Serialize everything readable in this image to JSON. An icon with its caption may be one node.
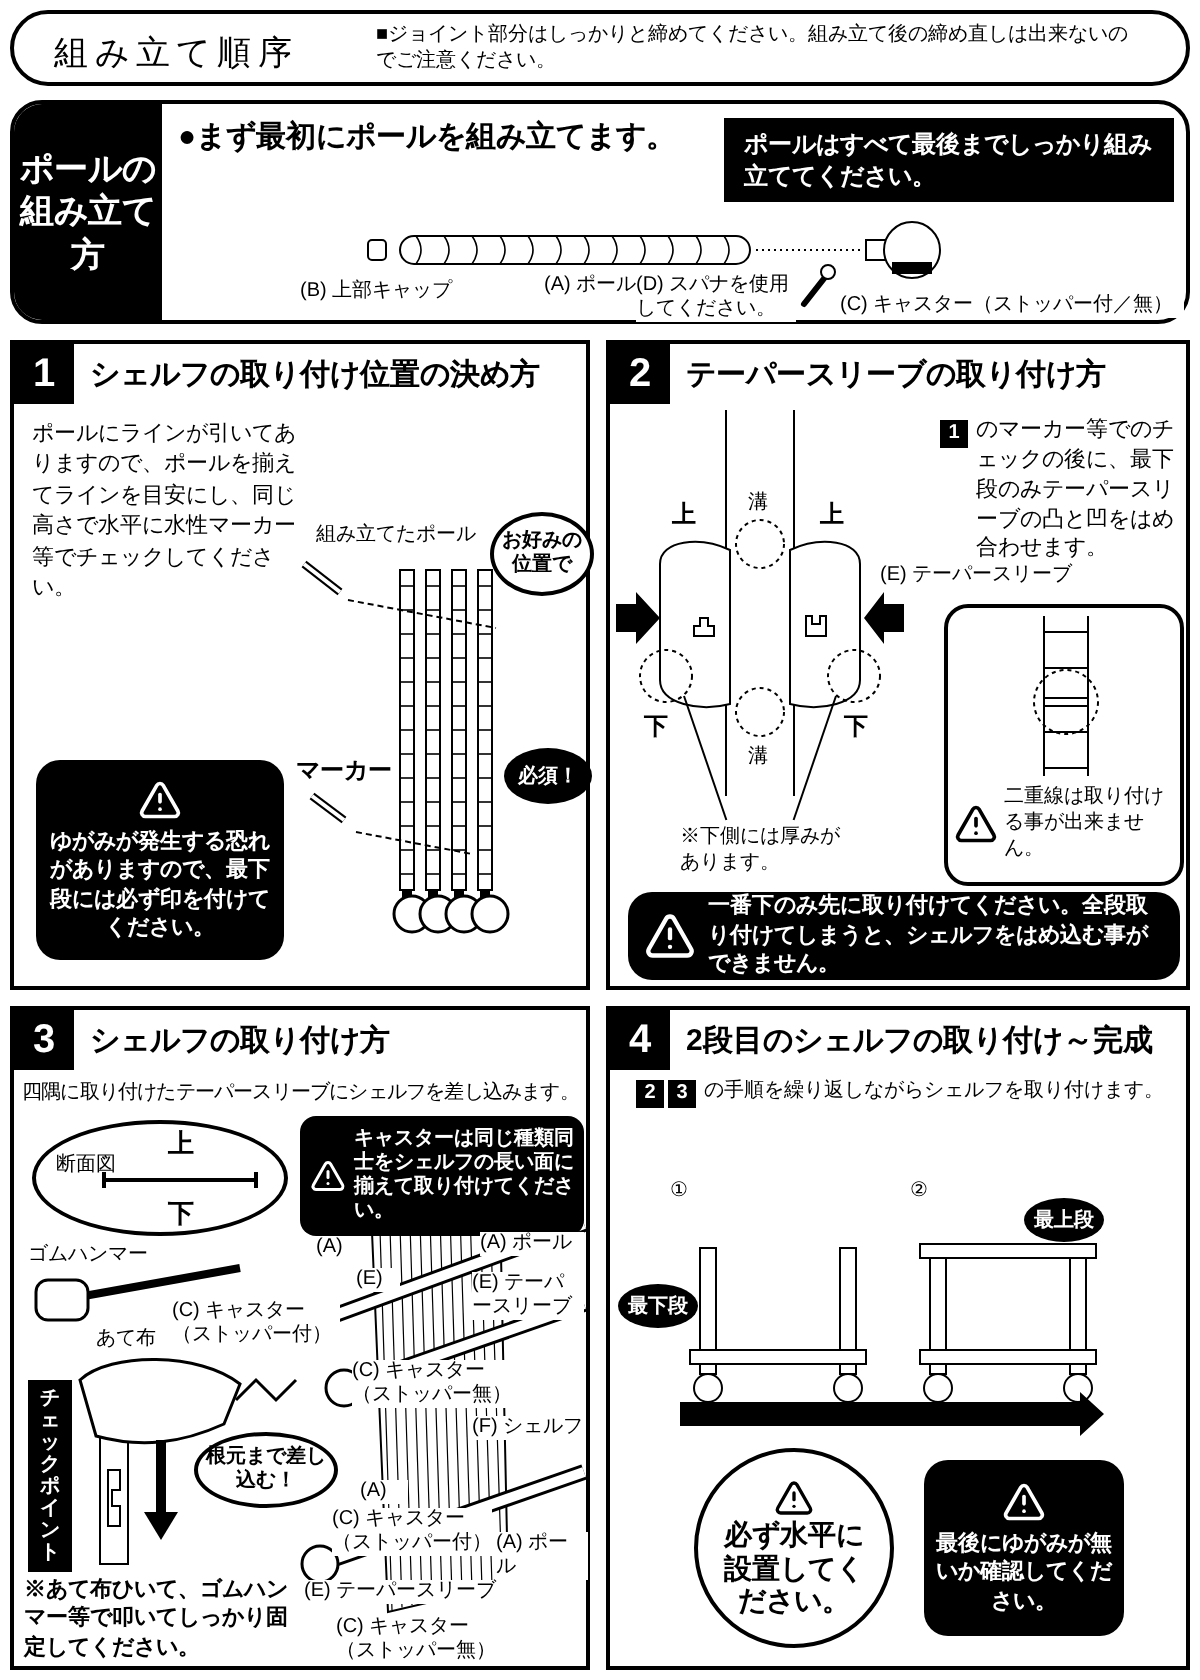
{
  "diagram": {
    "nodes": [
      {
        "text": [
          "組み立て順序",
          "■ジョイント部分はしっかりと締めてください。組み立て後の締め直しは出来ないのでご注意ください。"
        ]
      },
      {
        "text": [
          "ポールの組み立て方",
          "●まず最初にポールを組み立てます。"
        ]
      },
      {
        "text": [
          "ポールはすべて最後までしっかり組み立ててください。"
        ],
        "in": 1
      },
      {
        "text": [
          "1",
          "シェルフの取り付け位置の決め方",
          "ポールにラインが引いてありますので、ポールを揃えてラインを目安にし、同じ高さで水平に水性マーカー等でチェックしてください。"
        ]
      },
      {
        "text": [
          "お好みの位置で"
        ],
        "in": 3
      },
      {
        "text": [
          "必須！"
        ],
        "in": 3
      },
      {
        "text": [
          "ゆがみが発生する恐れがありますので、最下段には必ず印を付けてください。"
        ],
        "in": 3
      },
      {
        "text": [
          "2",
          "テーパースリーブの取り付け方"
        ]
      },
      {
        "text": [
          "※下側には厚みがあります。"
        ],
        "in": 7
      },
      {
        "text": [
          "二重線は取り付ける事が出来ません。"
        ],
        "in": 7
      },
      {
        "text": [
          "一番下のみ先に取り付けてください。全段取り付けてしまうと、シェルフをはめ込む事ができません。"
        ],
        "in": 7
      },
      {
        "text": [
          "3",
          "シェルフの取り付け方",
          "四隅に取り付けたテーパースリーブにシェルフを差し込みます。"
        ]
      },
      {
        "text": [
          "キャスターは同じ種類同士をシェルフの長い面に揃えて取り付けてください。"
        ],
        "in": 11
      },
      {
        "text": [
          "断面図",
          "上",
          "下"
        ],
        "in": 11
      },
      {
        "text": [
          "チェックポイント"
        ],
        "in": 11
      },
      {
        "text": [
          "根元まで差し込む！"
        ],
        "in": 11
      },
      {
        "text": [
          "4",
          "2段目のシェルフの取り付け～完成"
        ]
      },
      {
        "text": [
          "最下段"
        ],
        "in": 16
      },
      {
        "text": [
          "最上段"
        ],
        "in": 16
      },
      {
        "text": [
          "必ず水平に設置してください。"
        ],
        "in": 16
      },
      {
        "text": [
          "最後にゆがみが無いか確認してください。"
        ],
        "in": 16
      }
    ],
    "edges": [
      {
        "from": 8,
        "to": null,
        "arrow": "none"
      },
      {
        "from": 8,
        "to": null,
        "arrow": "none"
      }
    ],
    "labels": [
      "(B) 上部キャップ",
      "(A) ポール",
      "(D) スパナを使用してください。",
      "(C) キャスター（ストッパー付／無）",
      "組み立てたポール",
      "マーカー",
      "1",
      "のマーカー等でのチェックの後に、最下段のみテーパースリーブの凸と凹をはめ合わせます。",
      "上",
      "溝",
      "上",
      "(E) テーパースリーブ",
      "下",
      "溝",
      "下",
      "(A)",
      "(A) ポール",
      "ゴムハンマー",
      "(E)",
      "(E) テーパースリーブ",
      "(C) キャスター（ストッパー付）",
      "あて布",
      "(C) キャスター（ストッパー無）",
      "(F) シェルフ",
      "(A)",
      "(C) キャスター（ストッパー付）",
      "(A) ポール",
      "(E) テーパースリーブ",
      "(C) キャスター（ストッパー無）",
      "※あて布ひいて、ゴムハンマー等で叩いてしっかり固定してください。",
      "2",
      "3",
      "の手順を繰り返しながらシェルフを取り付けます。",
      "①",
      "②"
    ]
  }
}
